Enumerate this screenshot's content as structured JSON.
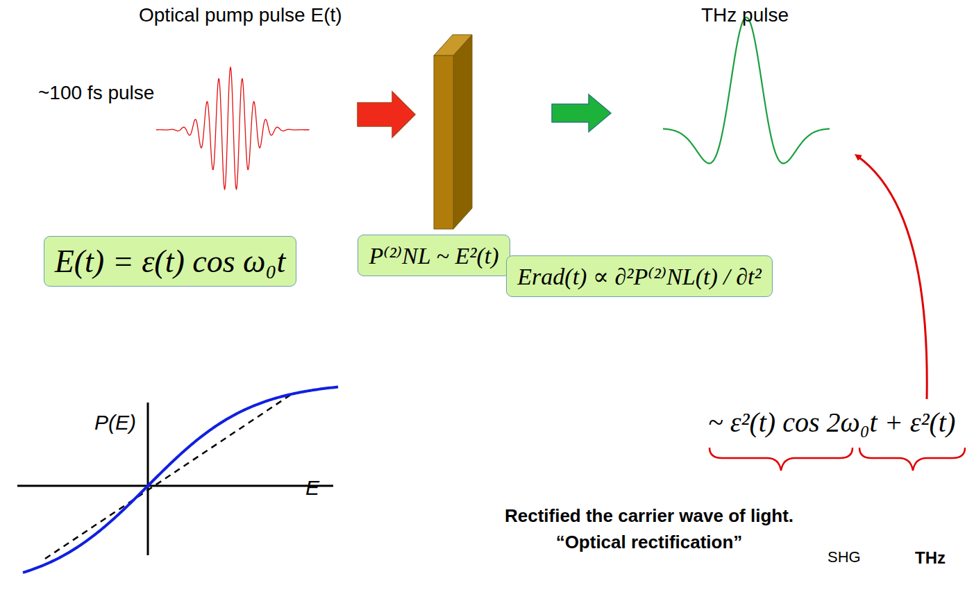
{
  "diagram": {
    "nodes": [
      {
        "text": [
          "E(t) = ε(t) cos ω₀t"
        ]
      },
      {
        "text": [
          "P⁽²⁾NL ~ E²(t)"
        ]
      },
      {
        "text": [
          "Erad(t) ∝ ∂²P⁽²⁾NL(t) / ∂t²"
        ]
      }
    ],
    "labels": [
      "Optical pump pulse E(t)",
      "THz pulse",
      "~100 fs pulse",
      "P(E)",
      "E",
      "~ ε²(t) cos 2ω₀t + ε²(t)",
      "SHG",
      "THz",
      "Rectified the carrier wave of light.",
      "“Optical rectification”"
    ]
  }
}
